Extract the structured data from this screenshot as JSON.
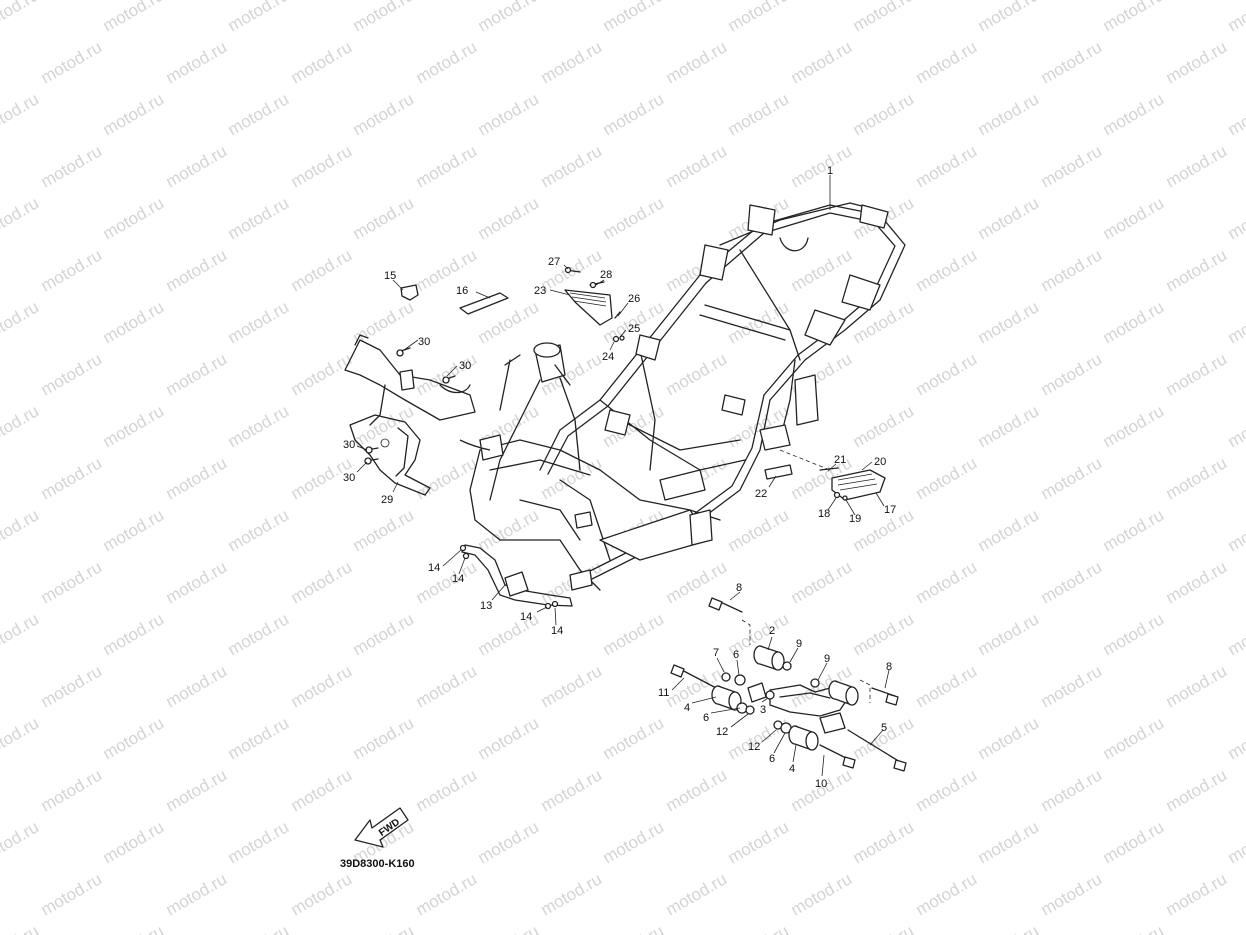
{
  "watermark_text": "motod.ru",
  "diagram_code": "39D8300-K160",
  "fwd_label": "FWD",
  "callouts": [
    {
      "id": "c1",
      "text": "1"
    },
    {
      "id": "c15",
      "text": "15"
    },
    {
      "id": "c16",
      "text": "16"
    },
    {
      "id": "c27",
      "text": "27"
    },
    {
      "id": "c28",
      "text": "28"
    },
    {
      "id": "c23",
      "text": "23"
    },
    {
      "id": "c26",
      "text": "26"
    },
    {
      "id": "c25",
      "text": "25"
    },
    {
      "id": "c24",
      "text": "24"
    },
    {
      "id": "c30a",
      "text": "30"
    },
    {
      "id": "c30b",
      "text": "30"
    },
    {
      "id": "c30c",
      "text": "30"
    },
    {
      "id": "c30d",
      "text": "30"
    },
    {
      "id": "c29",
      "text": "29"
    },
    {
      "id": "c21",
      "text": "21"
    },
    {
      "id": "c20",
      "text": "20"
    },
    {
      "id": "c22",
      "text": "22"
    },
    {
      "id": "c18",
      "text": "18"
    },
    {
      "id": "c19",
      "text": "19"
    },
    {
      "id": "c17",
      "text": "17"
    },
    {
      "id": "c14a",
      "text": "14"
    },
    {
      "id": "c14b",
      "text": "14"
    },
    {
      "id": "c13",
      "text": "13"
    },
    {
      "id": "c14c",
      "text": "14"
    },
    {
      "id": "c14d",
      "text": "14"
    },
    {
      "id": "c8a",
      "text": "8"
    },
    {
      "id": "c2",
      "text": "2"
    },
    {
      "id": "c9a",
      "text": "9"
    },
    {
      "id": "c9b",
      "text": "9"
    },
    {
      "id": "c8b",
      "text": "8"
    },
    {
      "id": "c7",
      "text": "7"
    },
    {
      "id": "c6a",
      "text": "6"
    },
    {
      "id": "c11",
      "text": "11"
    },
    {
      "id": "c4a",
      "text": "4"
    },
    {
      "id": "c6b",
      "text": "6"
    },
    {
      "id": "c3",
      "text": "3"
    },
    {
      "id": "c12a",
      "text": "12"
    },
    {
      "id": "c5",
      "text": "5"
    },
    {
      "id": "c12b",
      "text": "12"
    },
    {
      "id": "c6c",
      "text": "6"
    },
    {
      "id": "c4b",
      "text": "4"
    },
    {
      "id": "c10",
      "text": "10"
    }
  ]
}
